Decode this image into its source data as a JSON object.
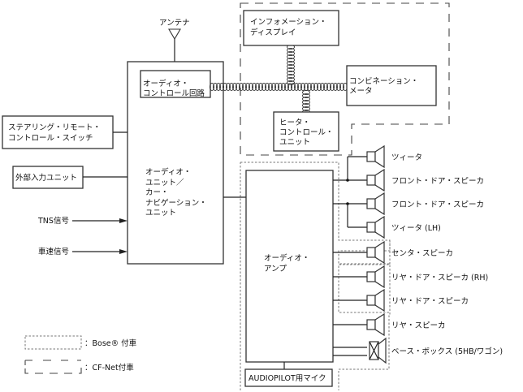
{
  "diagram": {
    "antenna": {
      "label": "アンテナ"
    },
    "audio_control_circuit": {
      "lines": [
        "オーディオ・",
        "コントロール回路"
      ]
    },
    "audio_unit": {
      "lines": [
        "オーディオ・",
        "ユニット／",
        "カー・",
        "ナビゲーション・",
        "ユニット"
      ]
    },
    "info_display": {
      "lines": [
        "インフォメーション・",
        "ディスプレイ"
      ]
    },
    "combination_meter": {
      "lines": [
        "コンビネーション・",
        "メータ"
      ]
    },
    "heater_control": {
      "lines": [
        "ヒータ・",
        "コントロール・",
        "ユニット"
      ]
    },
    "steering_switch": {
      "lines": [
        "ステアリング・リモート・",
        "コントロール・スイッチ"
      ]
    },
    "external_input": {
      "label": "外部入力ユニット"
    },
    "tns_signal": {
      "label": "TNS信号"
    },
    "speed_signal": {
      "label": "車速信号"
    },
    "audio_amp": {
      "lines": [
        "オーディオ・",
        "アンプ"
      ]
    },
    "audiopilot_mic": {
      "label": "AUDIOPILOT用マイク"
    },
    "speakers": [
      {
        "label": "ツィータ"
      },
      {
        "label": "フロント・ドア・スピーカ"
      },
      {
        "label": "フロント・ドア・スピーカ"
      },
      {
        "label": "ツィータ (LH)"
      },
      {
        "label": "センタ・スピーカ"
      },
      {
        "label": "リヤ・ドア・スピーカ (RH)"
      },
      {
        "label": "リヤ・ドア・スピーカ"
      },
      {
        "label": "リヤ・スピーカ"
      },
      {
        "label": "ベース・ボックス (5HB/ワゴン)"
      }
    ],
    "legend": [
      {
        "style": "dotted",
        "label": "：Bose® 付車"
      },
      {
        "style": "dashed",
        "label": "：CF-Net付車"
      }
    ]
  }
}
